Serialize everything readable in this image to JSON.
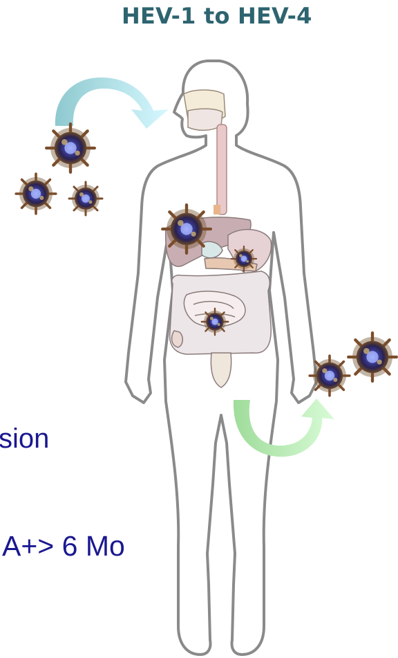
{
  "title": "HEV-1 to HEV-4",
  "side_text": {
    "line1": "sion",
    "line2": "A+> 6 Mo"
  },
  "colors": {
    "title": "#2e6470",
    "side_text": "#1a1890",
    "ingestion_arrow": "#a8e3e8",
    "excretion_arrow": "#b9ecb7",
    "body_outline": "#8a8a8a"
  },
  "icons": [
    "virus-particle-icon",
    "ingestion-arrow-icon",
    "excretion-arrow-icon",
    "human-body-outline",
    "digestive-organs"
  ]
}
